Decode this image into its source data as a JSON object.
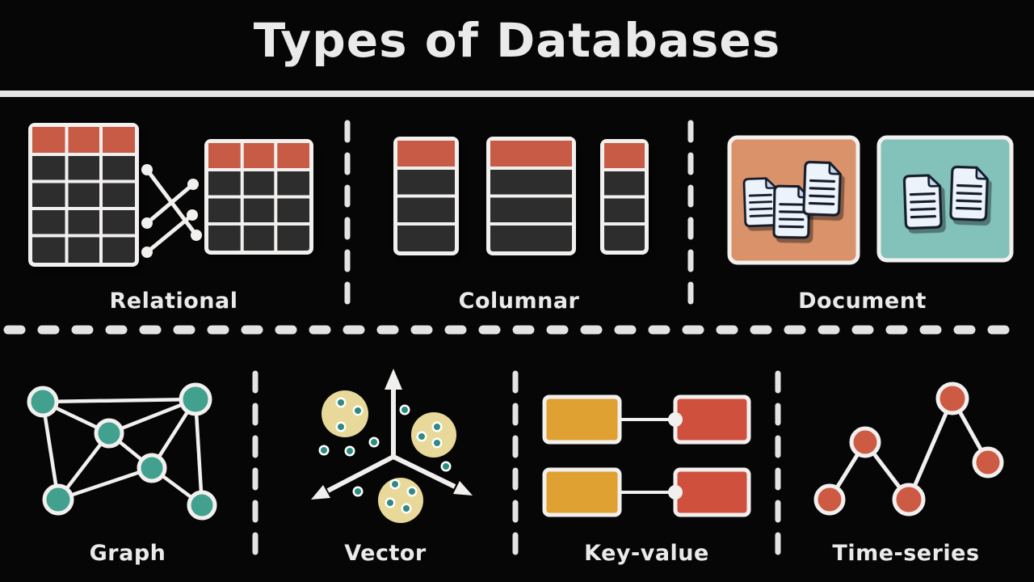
{
  "title": "Types of Databases",
  "top_row": [
    {
      "id": "relational",
      "label": "Relational",
      "icon": "relational-tables-icon"
    },
    {
      "id": "columnar",
      "label": "Columnar",
      "icon": "columnar-tables-icon"
    },
    {
      "id": "document",
      "label": "Document",
      "icon": "document-files-icon"
    }
  ],
  "bottom_row": [
    {
      "id": "graph",
      "label": "Graph",
      "icon": "graph-network-icon"
    },
    {
      "id": "vector",
      "label": "Vector",
      "icon": "vector-space-icon"
    },
    {
      "id": "keyvalue",
      "label": "Key-value",
      "icon": "key-value-pairs-icon"
    },
    {
      "id": "timeseries",
      "label": "Time-series",
      "icon": "time-series-chart-icon"
    }
  ],
  "colors": {
    "bg": "#060606",
    "text": "#eaeaea",
    "rule": "#e3e3e3",
    "border": "#f2f0ee",
    "headerred": "#c85b45",
    "celldark": "#2d2d2d",
    "docboxorange": "#d9926a",
    "docboxteal": "#82c2ba",
    "docpage": "#edf3fa",
    "docfold": "#c5d7ee",
    "docline": "#141b2b",
    "graphteal": "#41a08e",
    "cluster": "#e8d99a",
    "vectordot": "#2e8b80",
    "keyorange": "#dfa132",
    "valuered": "#d0503e",
    "tsred": "#cd5b44"
  }
}
